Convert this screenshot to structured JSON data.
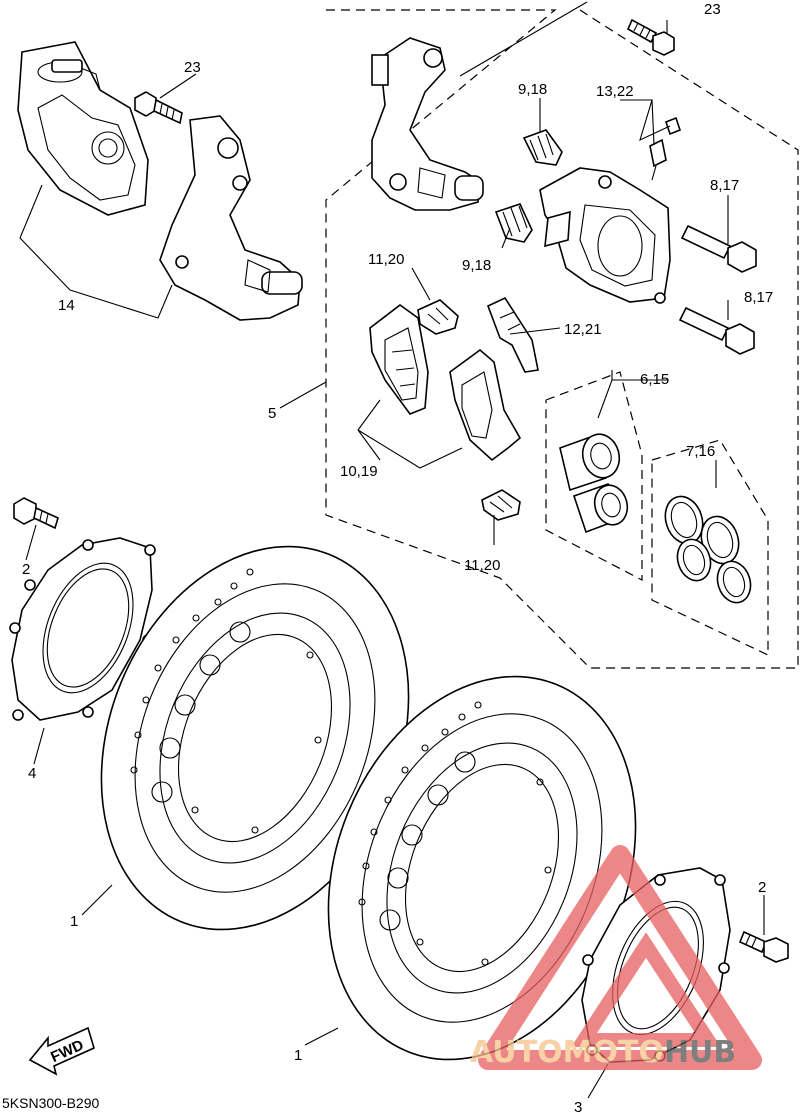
{
  "diagram_code": "5KSN300-B290",
  "fwd_label": "FWD",
  "watermark": {
    "part1": "AUTOMOTO",
    "part2": "HUB",
    "color_part1": "#f6c28a",
    "color_part2": "#555555",
    "logo_color": "#e86060"
  },
  "callouts": {
    "c23_top": "23",
    "c23_left": "23",
    "c9_18_top": "9,18",
    "c9_18_bottom": "9,18",
    "c13_22": "13,22",
    "c8_17_top": "8,17",
    "c8_17_bottom": "8,17",
    "c11_20_top": "11,20",
    "c11_20_bottom": "11,20",
    "c12_21": "12,21",
    "c6_15": "6,15",
    "c7_16": "7,16",
    "c10_19": "10,19",
    "c5": "5",
    "c14": "14",
    "c2_left": "2",
    "c2_right": "2",
    "c4": "4",
    "c1_left": "1",
    "c1_right": "1",
    "c3": "3"
  }
}
